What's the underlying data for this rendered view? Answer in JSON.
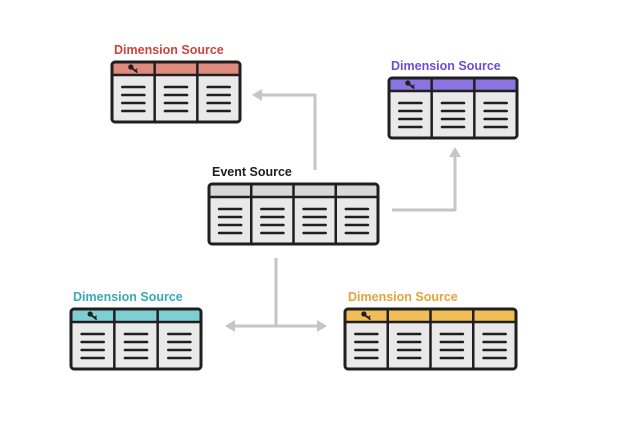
{
  "diagram": {
    "event_source": {
      "label": "Event Source",
      "label_color": "#1f1f1f",
      "header_color": "#d8d8d8",
      "has_key_icon": false,
      "columns": 4
    },
    "dimension_sources": [
      {
        "id": "top-left",
        "label": "Dimension Source",
        "label_color": "#c8463e",
        "header_color": "#df8b7e",
        "has_key_icon": true,
        "columns": 3
      },
      {
        "id": "top-right",
        "label": "Dimension Source",
        "label_color": "#6a4fd6",
        "header_color": "#8b74e0",
        "has_key_icon": true,
        "columns": 3
      },
      {
        "id": "bottom-left",
        "label": "Dimension Source",
        "label_color": "#3aa9b8",
        "header_color": "#7ecfd2",
        "has_key_icon": true,
        "columns": 3
      },
      {
        "id": "bottom-right",
        "label": "Dimension Source",
        "label_color": "#e8a238",
        "header_color": "#f0bd58",
        "has_key_icon": true,
        "columns": 4
      }
    ],
    "colors": {
      "table_border": "#1f1f1f",
      "table_body": "#e9e9e9",
      "row_line": "#1f1f1f",
      "arrow": "#c6c6c6"
    },
    "icons": {
      "key": "key-icon",
      "arrowhead": "arrowhead-icon"
    }
  }
}
